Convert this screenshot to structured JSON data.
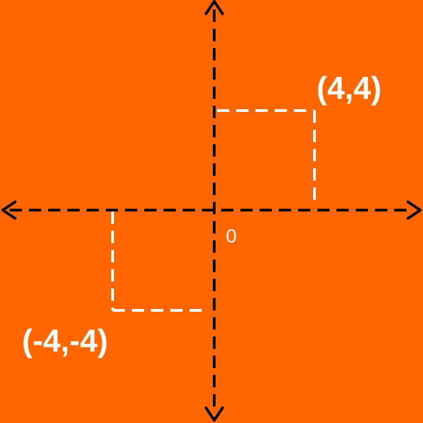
{
  "background_color": "#FF6600",
  "axis_color": "#000000",
  "guide_color": "#FFFFFF",
  "origin_label": "0",
  "points": [
    {
      "x": 4,
      "y": 4,
      "label": "(4,4)"
    },
    {
      "x": -4,
      "y": -4,
      "label": "(-4,-4)"
    }
  ]
}
